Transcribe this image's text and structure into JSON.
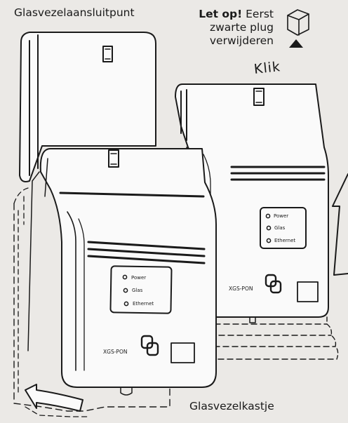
{
  "labels": {
    "aansluitpunt": "Glasvezelaansluitpunt",
    "note_bold": "Let op!",
    "note_line1_rest": " Eerst",
    "note_line2": "zwarte plug",
    "note_line3": "verwijderen",
    "klik": "Klik",
    "kastje": "Glasvezelkastje"
  },
  "device": {
    "leds": [
      "Power",
      "Glas",
      "Ethernet"
    ],
    "model": "XGS-PON"
  },
  "icons": {
    "box": "box-icon",
    "up_triangle": "triangle-up-icon",
    "arrow_up": "arrow-up-icon",
    "arrow_curved": "curved-arrow-icon"
  }
}
